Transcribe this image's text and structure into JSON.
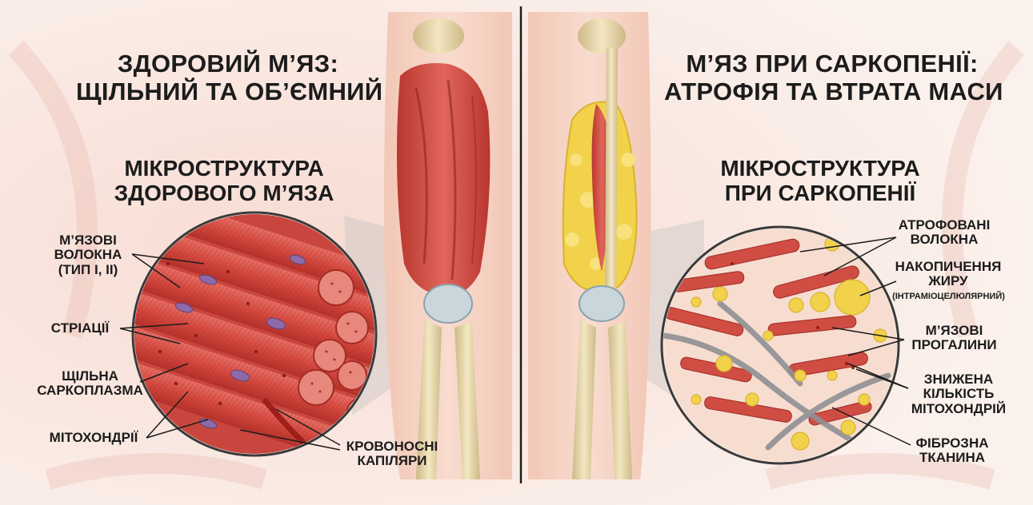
{
  "colors": {
    "background": "#fbf1ec",
    "muscle": "#d9574f",
    "muscle_dark": "#a8322d",
    "fat": "#f2d24a",
    "bone": "#e8d8a8",
    "fibrous": "#8f9094",
    "nucleus": "#8f6aa8",
    "divider": "#1e1e1e"
  },
  "left": {
    "title_line1": "ЗДОРОВИЙ М’ЯЗ:",
    "title_line2": "ЩІЛЬНИЙ ТА ОБ’ЄМНИЙ",
    "subtitle_line1": "МІКРОСТРУКТУРА",
    "subtitle_line2": "ЗДОРОВОГО М’ЯЗА",
    "labels": {
      "fibers_line1": "М’ЯЗОВІ",
      "fibers_line2": "ВОЛОКНА",
      "fibers_line3": "(ТИП І, ІІ)",
      "striations": "СТРІАЦІЇ",
      "sarcoplasm_line1": "ЩІЛЬНА",
      "sarcoplasm_line2": "САРКОПЛАЗМА",
      "mitochondria": "МІТОХОНДРІЇ",
      "capillaries_line1": "КРОВОНОСНІ",
      "capillaries_line2": "КАПІЛЯРИ"
    }
  },
  "right": {
    "title_line1": "М’ЯЗ ПРИ САРКОПЕНІЇ:",
    "title_line2": "АТРОФІЯ ТА ВТРАТА МАСИ",
    "subtitle_line1": "МІКРОСТРУКТУРА",
    "subtitle_line2": "ПРИ САРКОПЕНІЇ",
    "labels": {
      "atrophied_line1": "АТРОФОВАНІ",
      "atrophied_line2": "ВОЛОКНА",
      "fat_line1": "НАКОПИЧЕННЯ",
      "fat_line2": "ЖИРУ",
      "fat_line3": "(ІНТРАМІОЦЕЛЮЛЯРНИЙ)",
      "gaps_line1": "М’ЯЗОВІ",
      "gaps_line2": "ПРОГАЛИНИ",
      "reduced_line1": "ЗНИЖЕНА",
      "reduced_line2": "КІЛЬКІСТЬ",
      "reduced_line3": "МІТОХОНДРІЙ",
      "fibrous_line1": "ФІБРОЗНА",
      "fibrous_line2": "ТКАНИНА"
    }
  }
}
